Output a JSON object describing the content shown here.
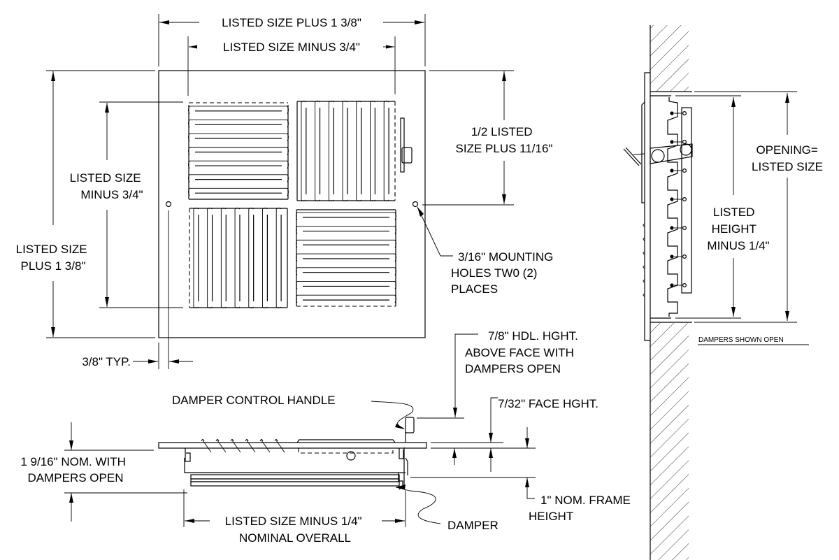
{
  "title": "Register grille dimensional drawing",
  "colors": {
    "line": "#000000",
    "background": "#ffffff"
  },
  "front_view": {
    "overall_width": "LISTED SIZE PLUS 1 3/8\"",
    "opening_width": "LISTED SIZE MINUS 3/4\"",
    "opening_height": [
      "LISTED SIZE",
      "MINUS 3/4\""
    ],
    "overall_height": [
      "LISTED SIZE",
      "PLUS 1 3/8\""
    ],
    "half_height": [
      "1/2 LISTED",
      "SIZE PLUS 11/16\""
    ],
    "mounting_holes": [
      "3/16\" MOUNTING",
      "HOLES TW0 (2)",
      "PLACES"
    ],
    "border_typ": "3/8\" TYP."
  },
  "side_view": {
    "opening": [
      "OPENING=",
      "LISTED SIZE"
    ],
    "height": [
      "LISTED",
      "HEIGHT",
      "MINUS 1/4\""
    ],
    "note": "DAMPERS SHOWN OPEN"
  },
  "section_view": {
    "handle_height": [
      "7/8\" HDL. HGHT.",
      "ABOVE FACE WITH",
      "DAMPERS OPEN"
    ],
    "handle": "DAMPER CONTROL HANDLE",
    "face_height": "7/32\" FACE HGHT.",
    "nominal_depth": [
      "1 9/16\" NOM. WITH",
      "DAMPERS OPEN"
    ],
    "frame_height": [
      "1\" NOM. FRAME",
      "HEIGHT"
    ],
    "overall": [
      "LISTED SIZE MINUS 1/4\"",
      "NOMINAL OVERALL"
    ],
    "damper": "DAMPER"
  }
}
